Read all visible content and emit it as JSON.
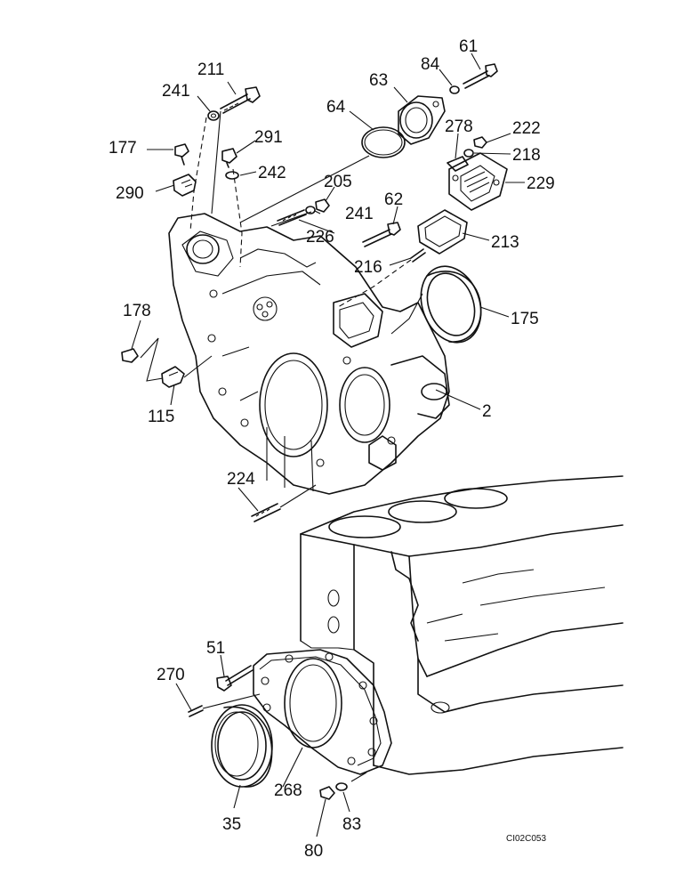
{
  "callouts": {
    "c211": "211",
    "c241a": "241",
    "c177": "177",
    "c290": "290",
    "c291": "291",
    "c242": "242",
    "c64": "64",
    "c63": "63",
    "c84": "84",
    "c61": "61",
    "c278": "278",
    "c222": "222",
    "c218": "218",
    "c229": "229",
    "c205": "205",
    "c241b": "241",
    "c62": "62",
    "c226": "226",
    "c213": "213",
    "c216": "216",
    "c175": "175",
    "c178": "178",
    "c115": "115",
    "c2": "2",
    "c224": "224",
    "c51": "51",
    "c270": "270",
    "c268": "268",
    "c35": "35",
    "c83": "83",
    "c80": "80"
  },
  "drawing_code": "CI02C053"
}
